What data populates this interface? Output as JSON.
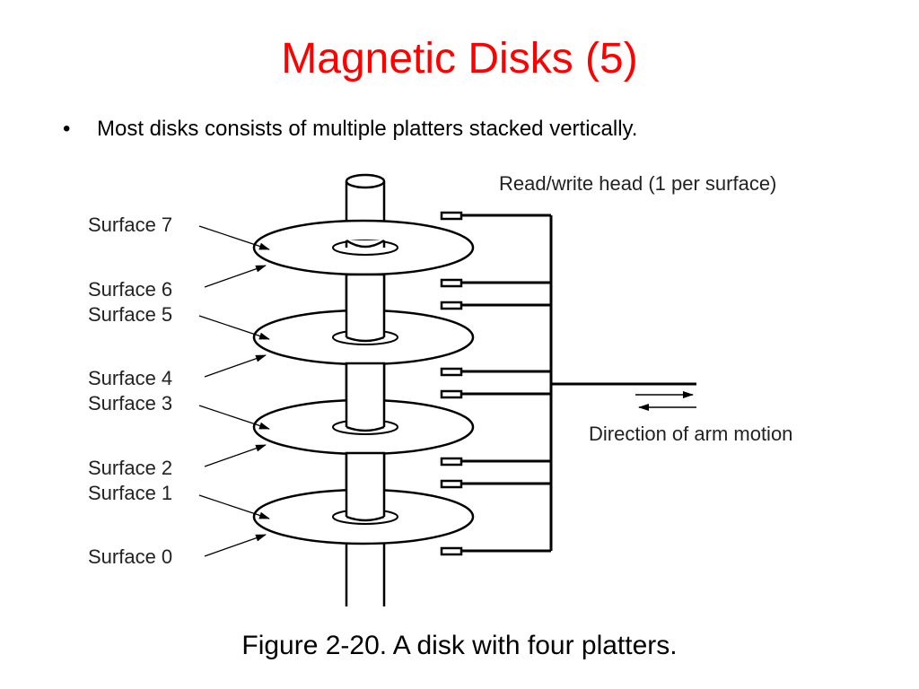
{
  "slide": {
    "title": "Magnetic Disks (5)",
    "bullets": [
      "Most disks consists of multiple platters stacked vertically."
    ],
    "bullet_symbol": "•"
  },
  "figure": {
    "surface_labels": [
      "Surface 7",
      "Surface 6",
      "Surface 5",
      "Surface 4",
      "Surface 3",
      "Surface 2",
      "Surface 1",
      "Surface 0"
    ],
    "head_label": "Read/write head (1 per surface)",
    "arm_label": "Direction of arm motion",
    "caption": "Figure 2-20. A disk with four platters."
  },
  "colors": {
    "title": "#ff0000",
    "text": "#000000",
    "diagram_text": "#222222",
    "stroke": "#000000"
  }
}
